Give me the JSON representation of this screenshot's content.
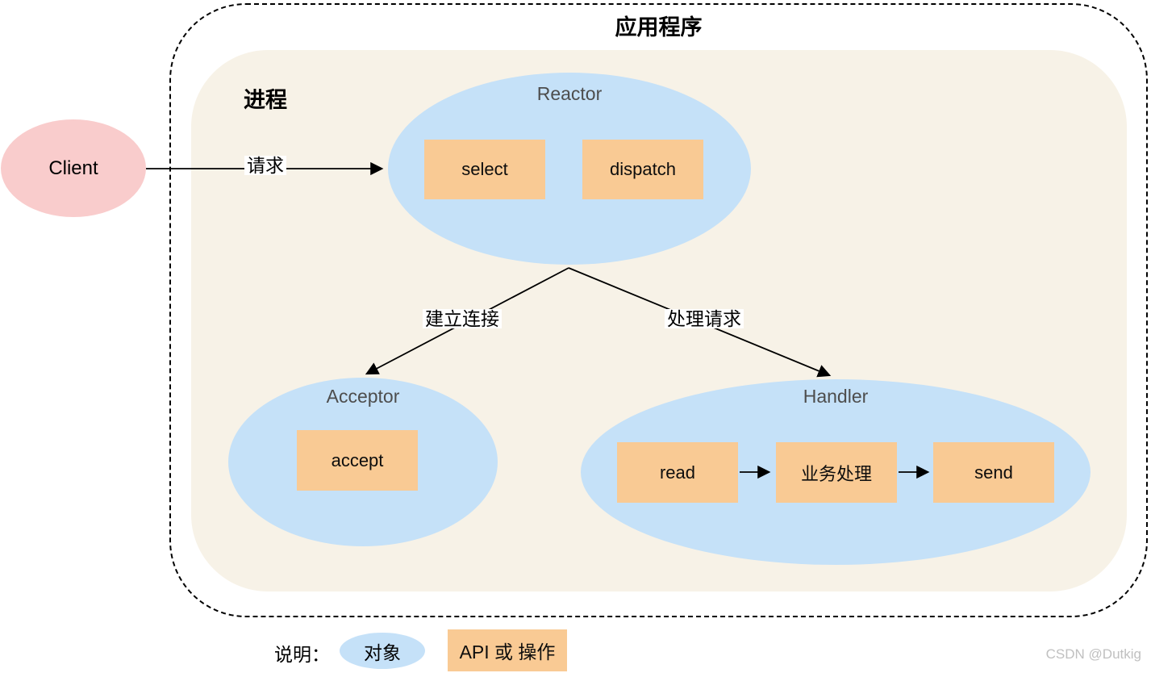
{
  "application": {
    "title": "应用程序"
  },
  "process": {
    "label": "进程"
  },
  "nodes": {
    "client": {
      "label": "Client"
    },
    "reactor": {
      "label": "Reactor",
      "ops": [
        "select",
        "dispatch"
      ]
    },
    "acceptor": {
      "label": "Acceptor",
      "ops": [
        "accept"
      ]
    },
    "handler": {
      "label": "Handler",
      "ops": [
        "read",
        "业务处理",
        "send"
      ]
    }
  },
  "edges": {
    "request": "请求",
    "establish_connection": "建立连接",
    "handle_request": "处理请求"
  },
  "legend": {
    "title": "说明：",
    "object": "对象",
    "api": "API 或 操作"
  },
  "watermark": "CSDN @Dutkig",
  "colors": {
    "object_fill": "#c5e1f8",
    "api_fill": "#f9ca94",
    "client_fill": "#f9cccc",
    "process_fill": "#f7f2e7",
    "node_label": "#4d4d4d",
    "line": "#000000",
    "watermark": "#c0c0c0"
  }
}
